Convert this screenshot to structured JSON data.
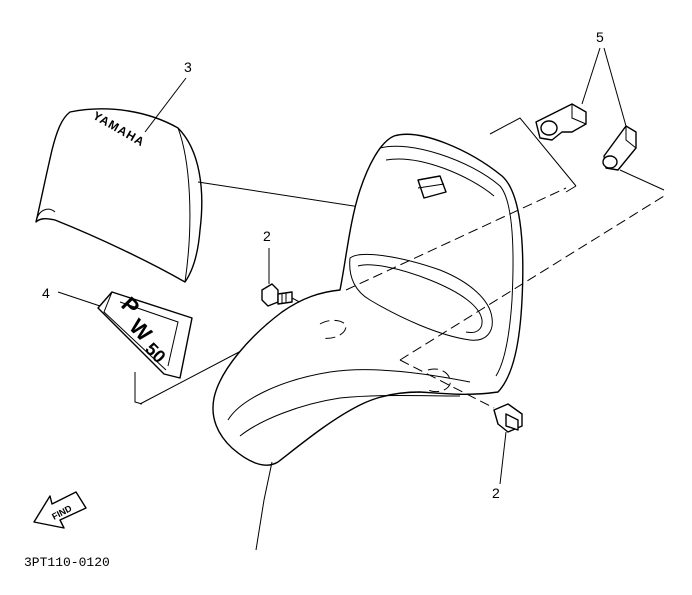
{
  "callouts": {
    "screen": "3",
    "bolt_upper": "2",
    "emblem": "4",
    "bracket": "5",
    "bolt_lower": "2"
  },
  "screen_text": "YAMAHA",
  "find_text": "FIND",
  "drawing_code": "3PT110-0120"
}
